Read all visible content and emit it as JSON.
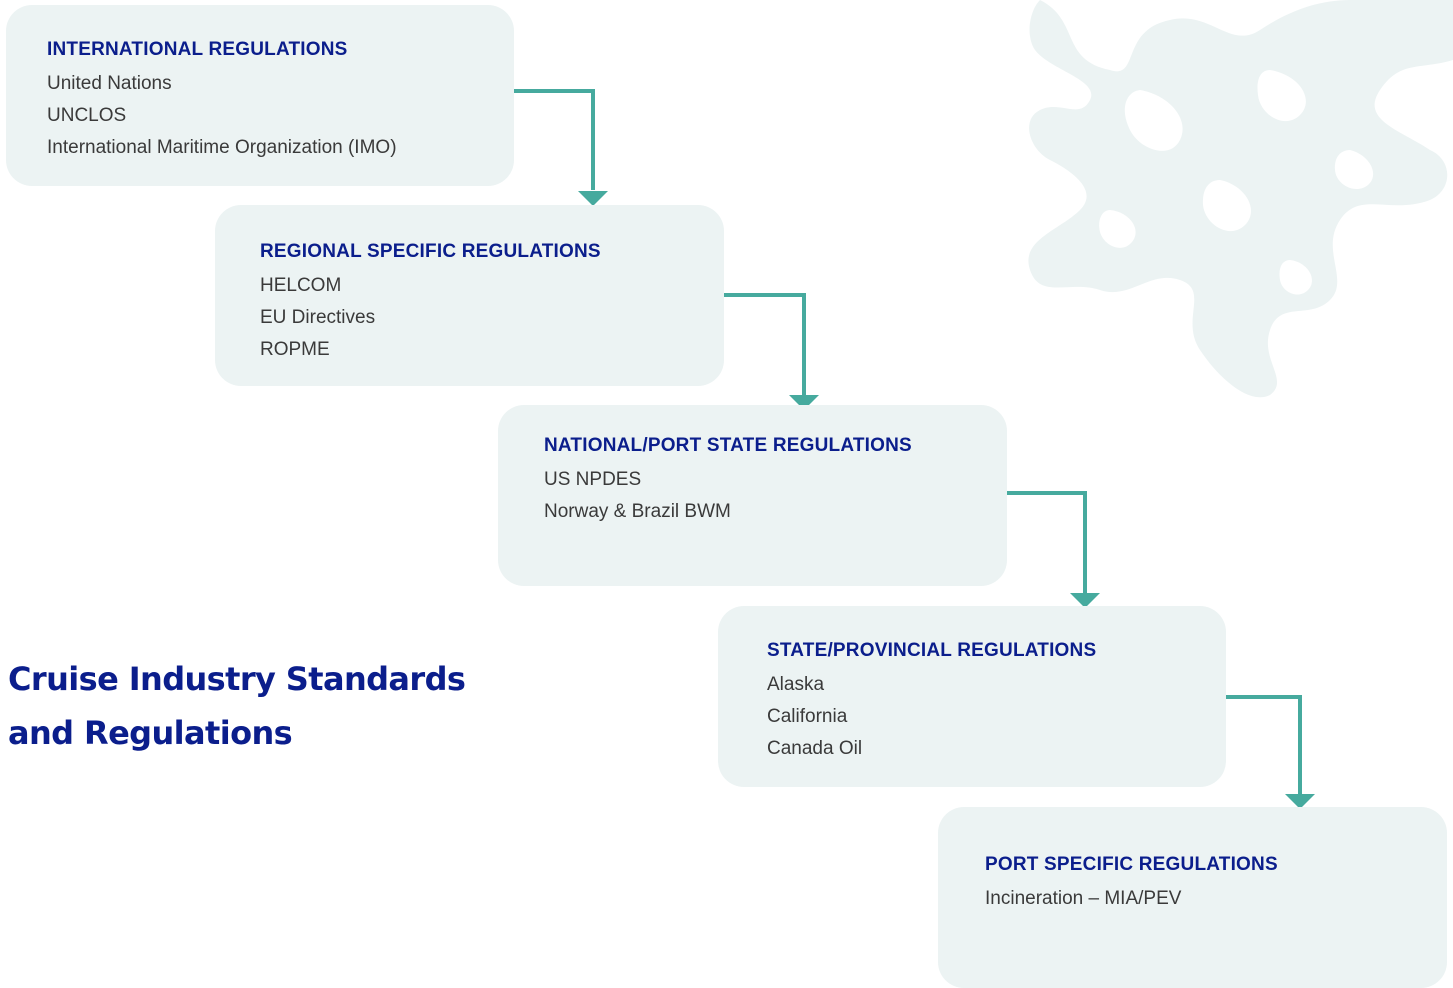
{
  "title": {
    "line1": "Cruise Industry Standards",
    "line2": "and Regulations"
  },
  "boxes": [
    {
      "heading": "INTERNATIONAL REGULATIONS",
      "items": [
        "United Nations",
        "UNCLOS",
        "International Maritime Organization (IMO)"
      ]
    },
    {
      "heading": "REGIONAL SPECIFIC REGULATIONS",
      "items": [
        "HELCOM",
        "EU Directives",
        "ROPME"
      ]
    },
    {
      "heading": "NATIONAL/PORT STATE REGULATIONS",
      "items": [
        "US NPDES",
        "Norway & Brazil BWM"
      ]
    },
    {
      "heading": "STATE/PROVINCIAL REGULATIONS",
      "items": [
        "Alaska",
        "California",
        "Canada Oil"
      ]
    },
    {
      "heading": "PORT SPECIFIC REGULATIONS",
      "items": [
        "Incineration – MIA/PEV"
      ]
    }
  ],
  "colors": {
    "heading": "#0b1e8c",
    "box_fill": "#ecf3f3",
    "connector": "#46aa9e",
    "watermark": "#ecf3f3"
  },
  "icons": {
    "watermark": "coral-watermark-icon",
    "connector": "arrow-down-connector"
  }
}
